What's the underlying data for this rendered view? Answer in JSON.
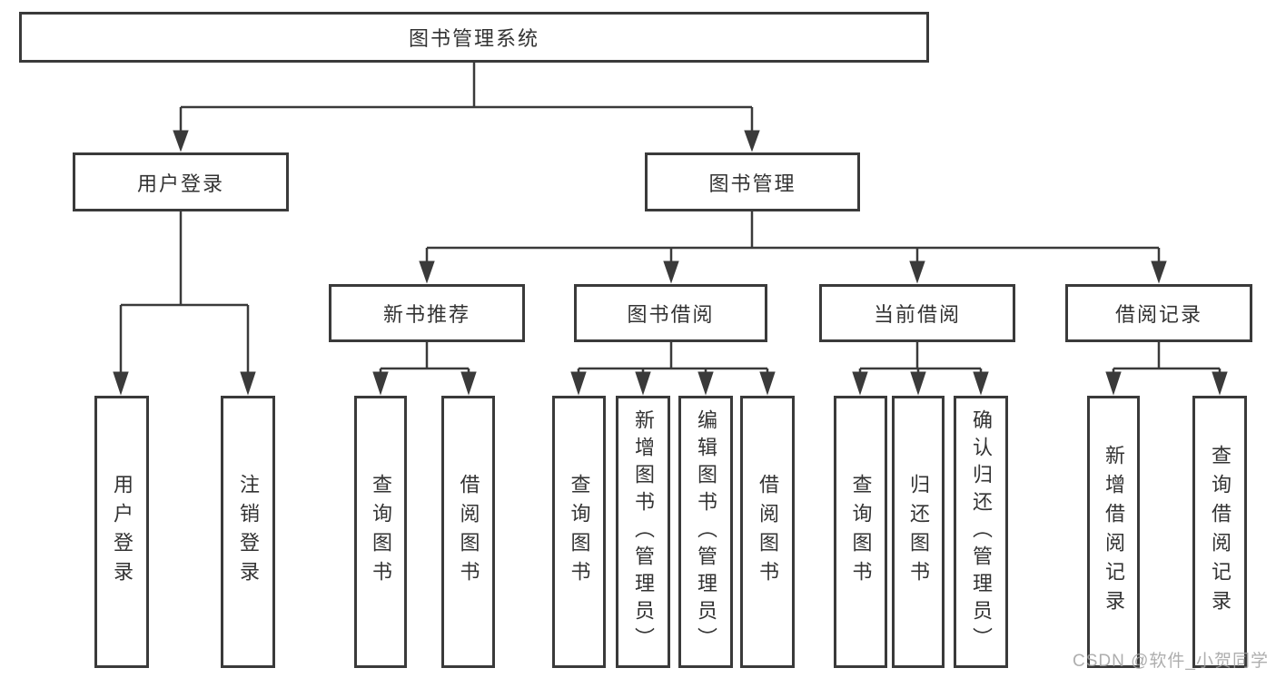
{
  "diagram": {
    "title": "图书管理系统",
    "level2": [
      {
        "label": "用户登录"
      },
      {
        "label": "图书管理"
      }
    ],
    "level3": [
      {
        "label": "新书推荐",
        "parent": "图书管理"
      },
      {
        "label": "图书借阅",
        "parent": "图书管理"
      },
      {
        "label": "当前借阅",
        "parent": "图书管理"
      },
      {
        "label": "借阅记录",
        "parent": "图书管理"
      }
    ],
    "leaves": [
      {
        "label": "用户登录",
        "parent": "用户登录"
      },
      {
        "label": "注销登录",
        "parent": "用户登录"
      },
      {
        "label": "查询图书",
        "parent": "新书推荐"
      },
      {
        "label": "借阅图书",
        "parent": "新书推荐"
      },
      {
        "label": "查询图书",
        "parent": "图书借阅"
      },
      {
        "label": "新增图书（管理员）",
        "parent": "图书借阅"
      },
      {
        "label": "编辑图书（管理员）",
        "parent": "图书借阅"
      },
      {
        "label": "借阅图书",
        "parent": "图书借阅"
      },
      {
        "label": "查询图书",
        "parent": "当前借阅"
      },
      {
        "label": "归还图书",
        "parent": "当前借阅"
      },
      {
        "label": "确认归还（管理员）",
        "parent": "当前借阅"
      },
      {
        "label": "新增借阅记录",
        "parent": "借阅记录"
      },
      {
        "label": "查询借阅记录",
        "parent": "借阅记录"
      }
    ],
    "watermark": "CSDN @软件_小贺同学",
    "colors": {
      "line": "#3a3a3a",
      "text": "#333333",
      "watermark": "#a0a0a0",
      "background": "#ffffff"
    }
  }
}
